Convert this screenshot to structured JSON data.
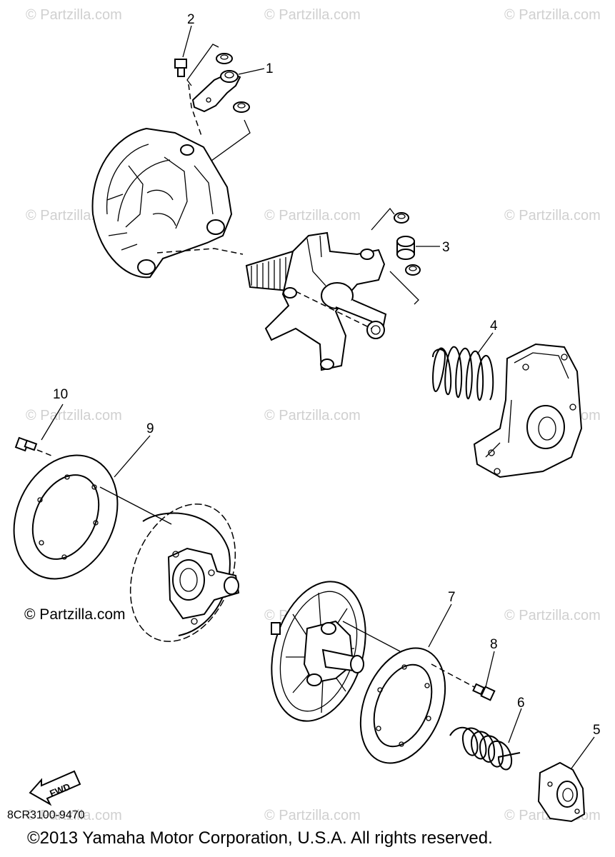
{
  "watermark": "© Partzilla.com",
  "partzilla_logo": "© Partzilla.com",
  "diagram_code": "8CR3100-9470",
  "copyright": "©2013 Yamaha Motor Corporation, U.S.A. All rights reserved.",
  "fwd_label": "FWD",
  "callouts": [
    "1",
    "2",
    "3",
    "4",
    "5",
    "6",
    "7",
    "8",
    "9",
    "10"
  ]
}
